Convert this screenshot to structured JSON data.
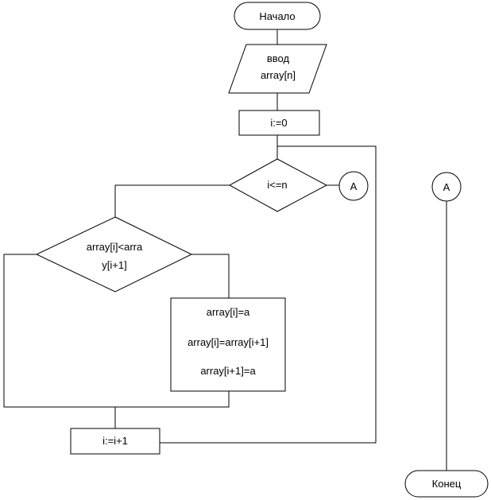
{
  "nodes": {
    "start": "Начало",
    "input_line1": "ввод",
    "input_line2": "array[n]",
    "init": "i:=0",
    "loop_condition": "i<=n",
    "connector_right": "A",
    "compare_line1": "array[i]<arra",
    "compare_line2": "y[i+1]",
    "swap_line1": "array[i]=a",
    "swap_line2": "array[i]=array[i+1]",
    "swap_line3": "array[i+1]=a",
    "increment": "i:=i+1",
    "connector_far": "A",
    "end": "Конец"
  }
}
